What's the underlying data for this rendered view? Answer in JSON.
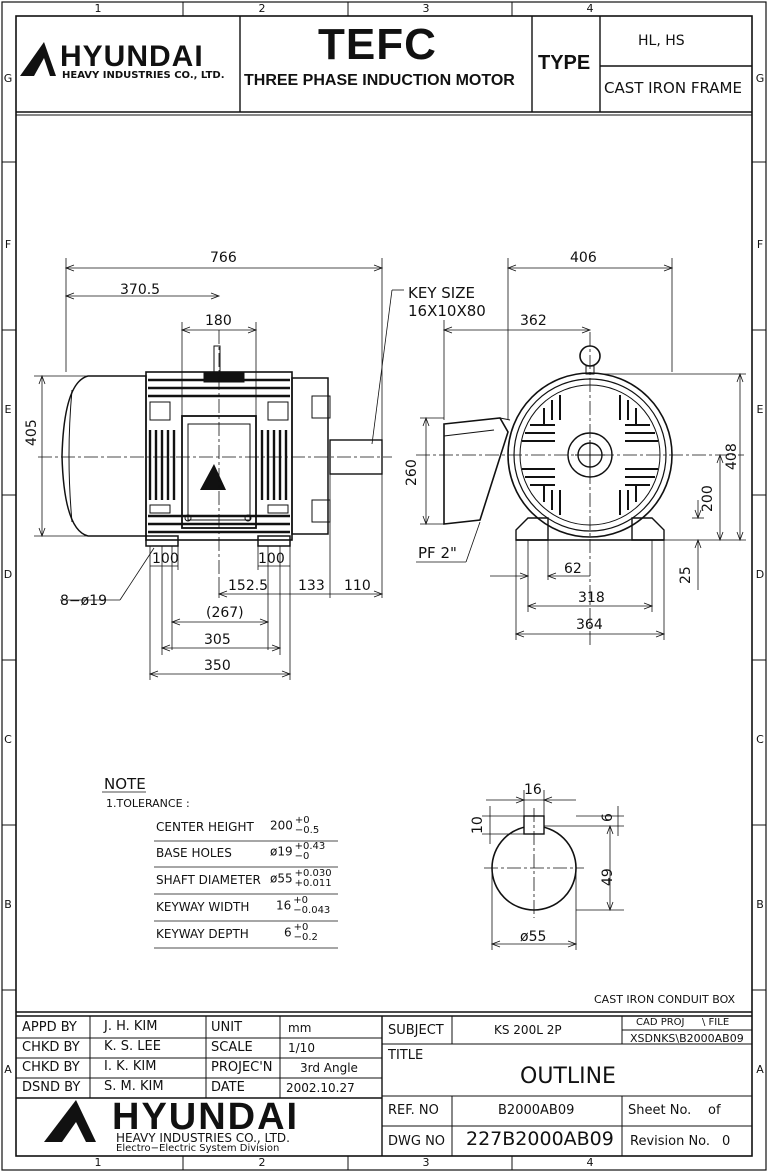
{
  "zones": {
    "columns": [
      "1",
      "2",
      "3",
      "4"
    ],
    "rows": [
      "G",
      "F",
      "E",
      "D",
      "C",
      "B",
      "A"
    ]
  },
  "header": {
    "company": "HYUNDAI",
    "company_sub": "HEAVY INDUSTRIES CO., LTD.",
    "title": "TEFC",
    "subtitle": "THREE PHASE INDUCTION MOTOR",
    "type_label": "TYPE",
    "type_value": "HL, HS",
    "frame": "CAST IRON FRAME"
  },
  "side_view": {
    "overall_length": "766",
    "to_center": "370.5",
    "top_width": "180",
    "height": "405",
    "base_left": "100",
    "base_right": "100",
    "d_152": "152.5",
    "d_133": "133",
    "d_110": "110",
    "d_267": "(267)",
    "d_305": "305",
    "d_350": "350",
    "holes": "8−ø19",
    "key_size_label": "KEY SIZE",
    "key_size_value": "16X10X80"
  },
  "front_view": {
    "width": "406",
    "to_box": "362",
    "height_box": "260",
    "total_height": "408",
    "center_height": "200",
    "base_thk": "25",
    "d_62": "62",
    "d_318": "318",
    "d_364": "364",
    "pf": "PF 2\""
  },
  "note": {
    "title": "NOTE",
    "item": "1.TOLERANCE :",
    "rows": [
      {
        "label": "CENTER HEIGHT",
        "base": "200",
        "up": "+0",
        "down": "−0.5"
      },
      {
        "label": "BASE HOLES",
        "base": "ø19",
        "up": "+0.43",
        "down": "−0"
      },
      {
        "label": "SHAFT DIAMETER",
        "base": "ø55",
        "up": "+0.030",
        "down": "+0.011"
      },
      {
        "label": "KEYWAY WIDTH",
        "base": "16",
        "up": "+0",
        "down": "−0.043"
      },
      {
        "label": "KEYWAY DEPTH",
        "base": "6",
        "up": "+0",
        "down": "−0.2"
      }
    ]
  },
  "shaft": {
    "key_w": "16",
    "key_h": "10",
    "depth": "6",
    "height": "49",
    "dia": "ø55"
  },
  "conduit": "CAST IRON CONDUIT BOX",
  "title_block": {
    "appd_label": "APPD BY",
    "appd": "J. H. KIM",
    "chkd1_label": "CHKD BY",
    "chkd1": "K. S. LEE",
    "chkd2_label": "CHKD BY",
    "chkd2": "I. K. KIM",
    "dsnd_label": "DSND BY",
    "dsnd": "S. M. KIM",
    "unit_label": "UNIT",
    "unit": "mm",
    "scale_label": "SCALE",
    "scale": "1/10",
    "proj_label": "PROJEC'N",
    "proj": "3rd Angle",
    "date_label": "DATE",
    "date": "2002.10.27",
    "subject_label": "SUBJECT",
    "subject": "KS 200L 2P",
    "cad_label": "CAD PROJ",
    "file_label": "\\ FILE",
    "cad": "XSDNKS\\B2000AB09",
    "title_label": "TITLE",
    "title": "OUTLINE",
    "ref_label": "REF. NO",
    "ref": "B2000AB09",
    "sheet_label": "Sheet No.",
    "sheet_of": "of",
    "dwg_label": "DWG NO",
    "dwg": "227B2000AB09",
    "rev_label": "Revision No.",
    "rev": "0",
    "company": "HYUNDAI",
    "company_sub1": "HEAVY INDUSTRIES CO., LTD.",
    "company_sub2": "Electro−Electric System Division"
  }
}
